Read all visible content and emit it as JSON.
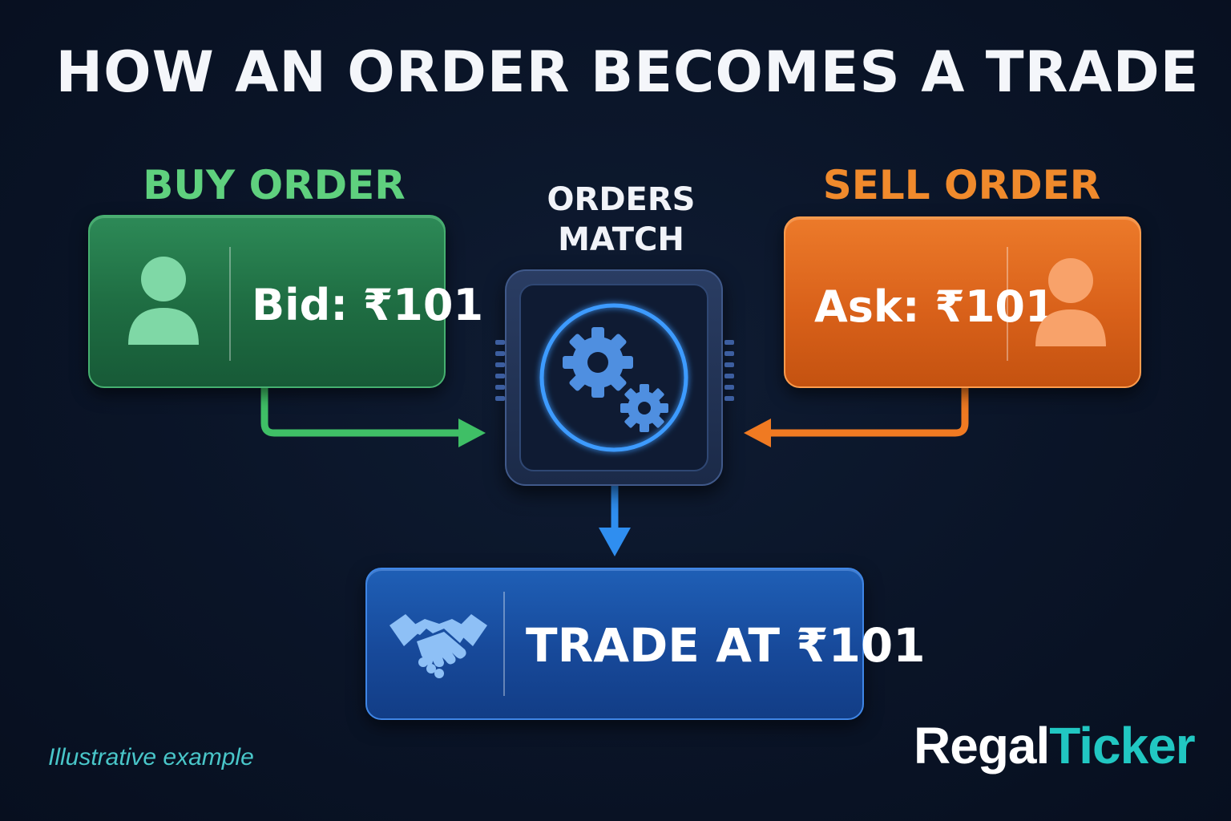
{
  "title": "HOW AN ORDER BECOMES A TRADE",
  "buy": {
    "label": "BUY ORDER",
    "price_text": "Bid: ₹101",
    "color": "#5fd07e",
    "icon": "user-icon"
  },
  "sell": {
    "label": "SELL ORDER",
    "price_text": "Ask: ₹101",
    "color": "#f08a2c",
    "icon": "user-icon"
  },
  "match": {
    "label_line1": "ORDERS",
    "label_line2": "MATCH",
    "icon": "gears-icon"
  },
  "trade": {
    "text": "TRADE AT ₹101",
    "icon": "handshake-icon",
    "color": "#1f5fb6"
  },
  "footnote": "Illustrative example",
  "brand": {
    "part1": "Regal",
    "part2": "Ticker",
    "accent": "#21c7c2"
  }
}
